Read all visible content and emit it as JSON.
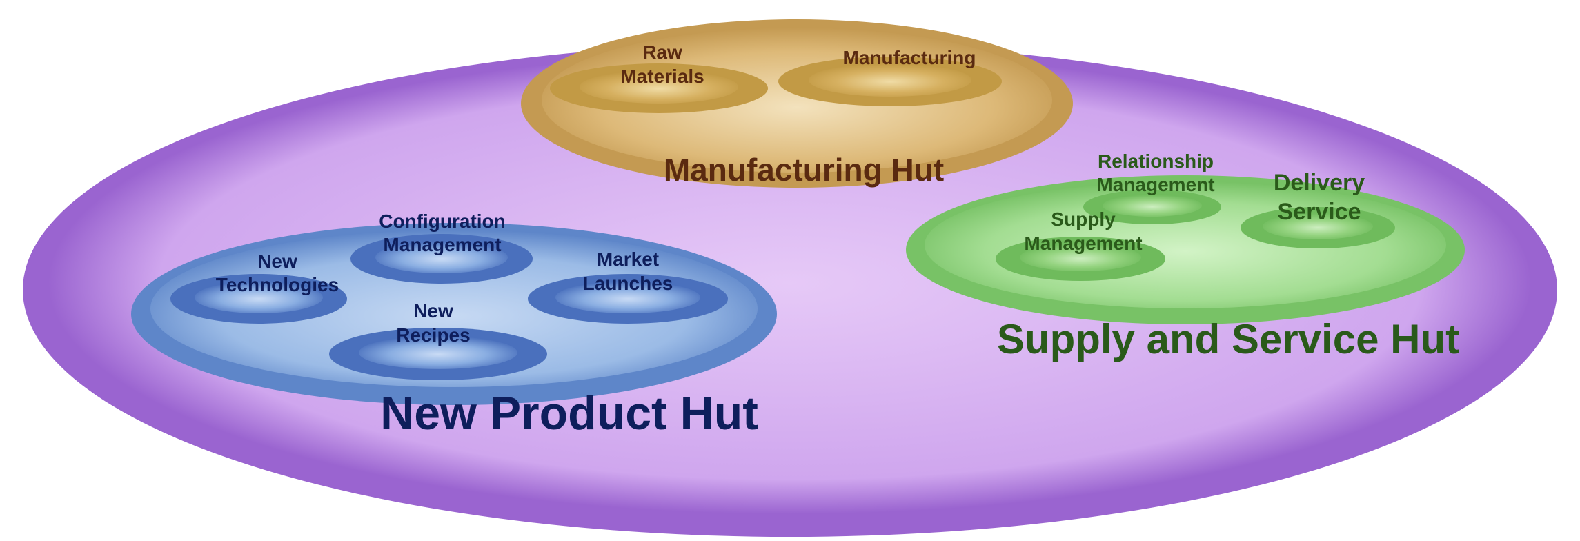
{
  "diagram": {
    "colors": {
      "outer_fill": "#cfa6ee",
      "outer_rim": "#9a64d0",
      "manufacturing_fill": "#ddb978",
      "manufacturing_text": "#5a2a10",
      "new_product_fill": "#a5c2ea",
      "new_product_text": "#0e1e5c",
      "supply_fill": "#a9e09a",
      "supply_text": "#2a5a1a"
    },
    "huts": {
      "manufacturing": {
        "title": "Manufacturing Hut",
        "items": [
          {
            "lines": [
              "Raw",
              "Materials"
            ]
          },
          {
            "lines": [
              "Manufacturing"
            ]
          }
        ]
      },
      "new_product": {
        "title": "New Product Hut",
        "items": [
          {
            "lines": [
              "New",
              "Technologies"
            ]
          },
          {
            "lines": [
              "Configuration",
              "Management"
            ]
          },
          {
            "lines": [
              "Market",
              "Launches"
            ]
          },
          {
            "lines": [
              "New",
              "Recipes"
            ]
          }
        ]
      },
      "supply_service": {
        "title": "Supply and Service Hut",
        "items": [
          {
            "lines": [
              "Relationship",
              "Management"
            ]
          },
          {
            "lines": [
              "Delivery",
              "Service"
            ]
          },
          {
            "lines": [
              "Supply",
              "Management"
            ]
          }
        ]
      }
    }
  }
}
